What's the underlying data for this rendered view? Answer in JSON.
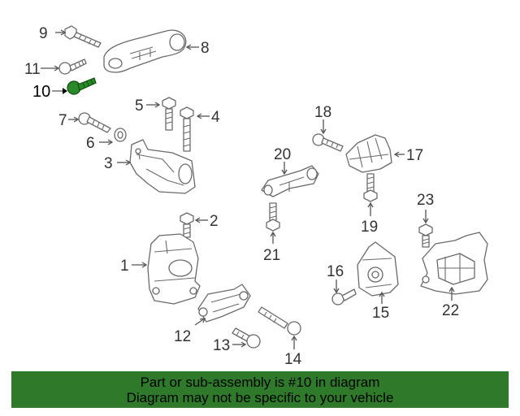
{
  "callouts": {
    "c1": "1",
    "c2": "2",
    "c3": "3",
    "c4": "4",
    "c5": "5",
    "c6": "6",
    "c7": "7",
    "c8": "8",
    "c9": "9",
    "c10": "10",
    "c11": "11",
    "c12": "12",
    "c13": "13",
    "c14": "14",
    "c15": "15",
    "c16": "16",
    "c17": "17",
    "c18": "18",
    "c19": "19",
    "c20": "20",
    "c21": "21",
    "c22": "22",
    "c23": "23"
  },
  "highlighted_part": "10",
  "colors": {
    "banner": "#2e7a2a",
    "highlight": "#2a8a2a"
  },
  "banner": {
    "line1": "Part or sub-assembly is #10 in diagram",
    "line2": "Diagram may not be specific to your vehicle"
  }
}
